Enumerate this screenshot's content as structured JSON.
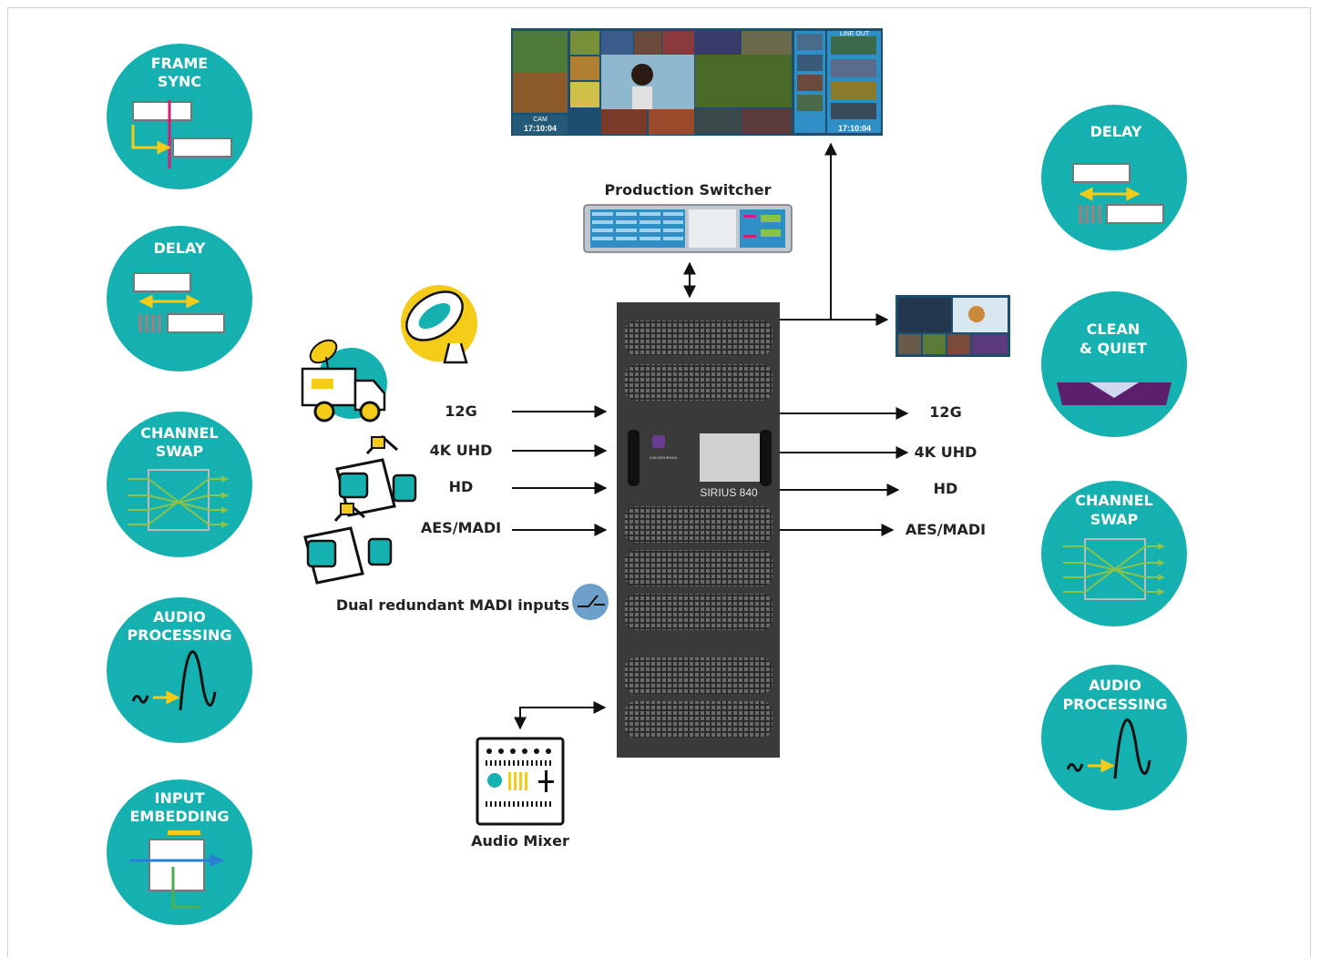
{
  "feature_circles_left": [
    {
      "line1": "FRAME",
      "line2": "SYNC",
      "icon": "frame-sync-icon"
    },
    {
      "line1": "DELAY",
      "line2": "",
      "icon": "delay-icon"
    },
    {
      "line1": "CHANNEL",
      "line2": "SWAP",
      "icon": "channel-swap-icon"
    },
    {
      "line1": "AUDIO",
      "line2": "PROCESSING",
      "icon": "audio-processing-icon"
    },
    {
      "line1": "INPUT",
      "line2": "EMBEDDING",
      "icon": "input-embedding-icon"
    }
  ],
  "feature_circles_right": [
    {
      "line1": "DELAY",
      "line2": "",
      "icon": "delay-icon"
    },
    {
      "line1": "CLEAN",
      "line2": "& QUIET",
      "icon": "clean-quiet-icon"
    },
    {
      "line1": "CHANNEL",
      "line2": "SWAP",
      "icon": "channel-swap-icon"
    },
    {
      "line1": "AUDIO",
      "line2": "PROCESSING",
      "icon": "audio-processing-icon"
    }
  ],
  "inputs": [
    "12G",
    "4K UHD",
    "HD",
    "AES/MADI"
  ],
  "outputs": [
    "12G",
    "4K UHD",
    "HD",
    "AES/MADI"
  ],
  "labels": {
    "production_switcher": "Production Switcher",
    "dual_madi": "Dual redundant MADI inputs",
    "audio_mixer": "Audio Mixer",
    "router_model": "SIRIUS 840",
    "brand": "A BELDEN BRAND"
  },
  "multiviewer": {
    "time_left": "17:10:04",
    "time_right": "17:10:04",
    "cam_label": "CAM",
    "line_out_label": "LINE OUT"
  },
  "colors": {
    "teal": "#15b1b1",
    "yellow": "#f4cc17",
    "magenta": "#d81b79",
    "green": "#8bc34a",
    "router_body": "#3a3a3a",
    "purple": "#5c1f6b",
    "madi_switch": "#6c9fc9"
  }
}
